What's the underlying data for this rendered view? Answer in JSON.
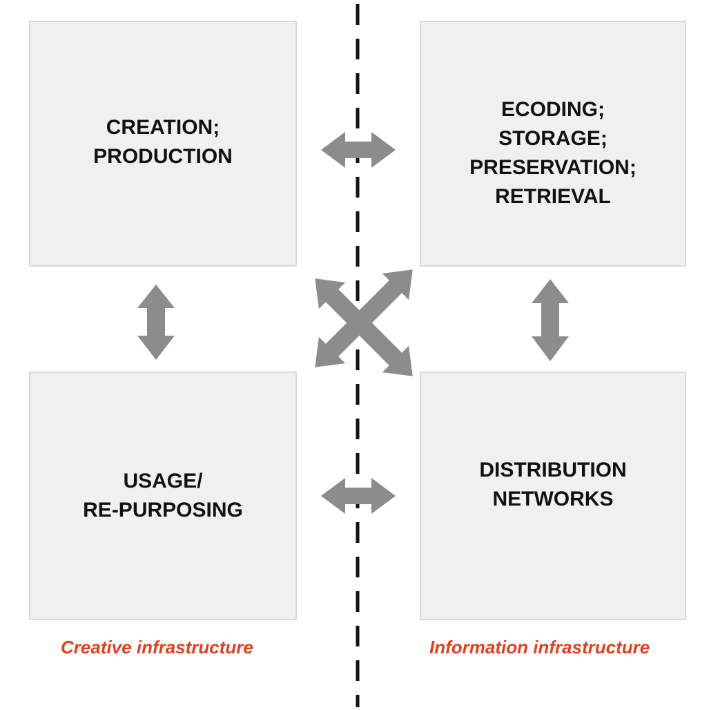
{
  "boxes": {
    "creation": "CREATION;\nPRODUCTION",
    "encoding": "ECODING;\nSTORAGE;\nPRESERVATION;\nRETRIEVAL",
    "usage": "USAGE/\nRE-PURPOSING",
    "distribution": "DISTRIBUTION\nNETWORKS"
  },
  "captions": {
    "left": "Creative infrastructure",
    "right": "Information infrastructure"
  },
  "colors": {
    "box_fill": "#f0f0f0",
    "arrow": "#8c8c8c",
    "divider": "#111111",
    "caption": "#e0401e"
  }
}
